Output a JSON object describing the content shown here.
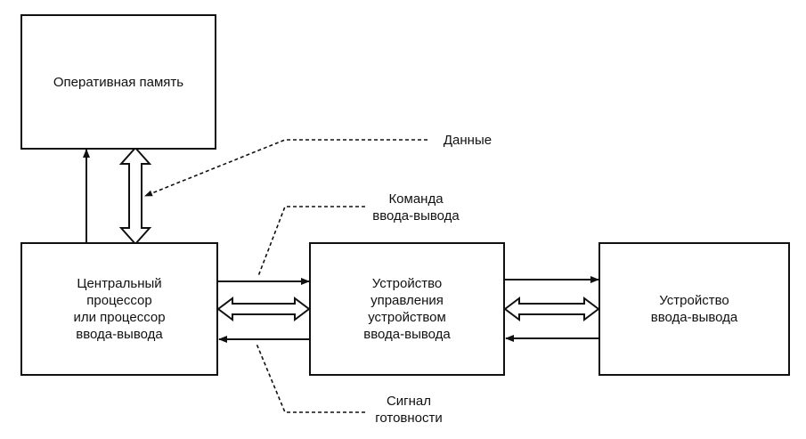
{
  "blocks": {
    "memory": "Оперативная память",
    "cpu": "Центральный\nпроцессор\nили процессор\nввода-вывода",
    "controller": "Устройство\nуправления\nустройством\nввода-вывода",
    "device": "Устройство\nввода-вывода"
  },
  "labels": {
    "data": "Данные",
    "command": "Команда\nввода-вывода",
    "ready": "Сигнал\nготовности"
  }
}
